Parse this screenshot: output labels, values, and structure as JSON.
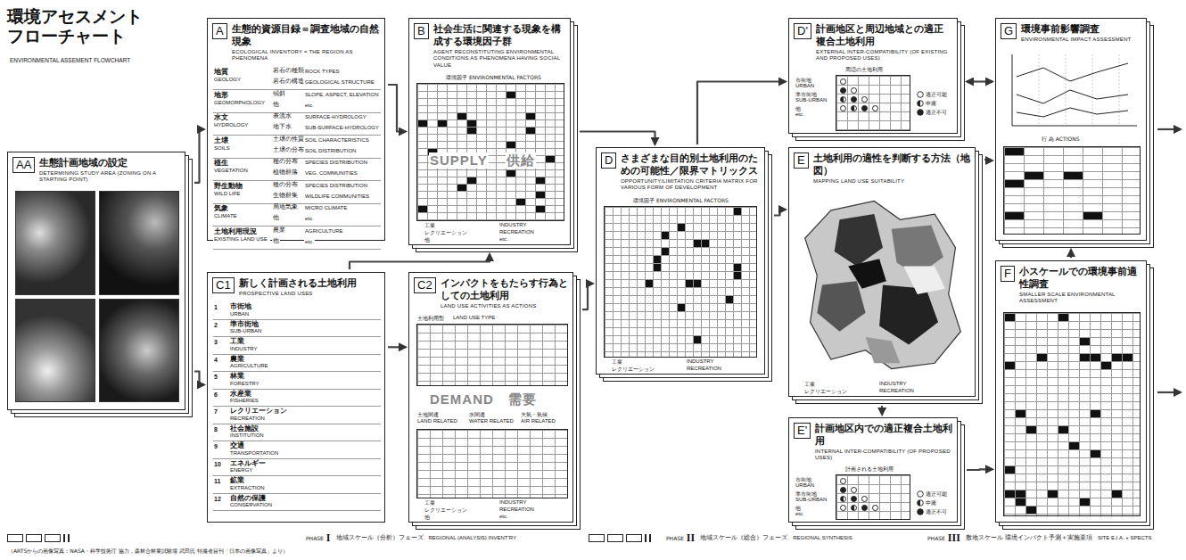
{
  "diagram": {
    "title": "環境アセスメント フローチャート",
    "nodes": [
      {
        "text": [
          "AA",
          "生態計画地域の設定",
          "DETERMINING STUDY AREA (ZONING ON A STARTING POINT)"
        ]
      },
      {
        "text": [
          "A",
          "生態的資源目録＝調査地域の自然現象",
          "ECOLOGICAL INVENTORY = THE REGION AS PHENOMENA"
        ]
      },
      {
        "text": [
          "B",
          "社会生活に関連する現象を構成する環境因子群",
          "AGENT RECONSTITUTING ENVIRONMENTAL CONDITIONS AS PHENOMENA HAVING SOCIAL VALUE"
        ]
      },
      {
        "text": [
          "C1",
          "新しく計画される土地利用",
          "PROSPECTIVE LAND USES"
        ]
      },
      {
        "text": [
          "C2",
          "インパクトをもたらす行為としての土地利用",
          "LAND USE ACTIVITIES AS ACTIONS"
        ]
      },
      {
        "text": [
          "D",
          "さまざまな目的別土地利用のための可能性／限界マトリックス",
          "OPPORTUNITY/LIMITATION CRITERIA MATRIX FOR VARIOUS FORM OF DEVELOPMENT"
        ]
      },
      {
        "text": [
          "D'",
          "計画地区と周辺地域との適正複合土地利用",
          "EXTERNAL INTER-COMPATIBILITY (OF EXISTING AND PROPOSED USES)"
        ]
      },
      {
        "text": [
          "E",
          "土地利用の適性を判断する方法（地図）",
          "MAPPING LAND USE SUITABILITY"
        ]
      },
      {
        "text": [
          "E'",
          "計画地区内での適正複合土地利用",
          "INTERNAL INTER-COMPATIBILITY (OF PROPOSED USES)"
        ]
      },
      {
        "text": [
          "G",
          "環境事前影響調査",
          "ENVIRONMENTAL IMPACT ASSESSMENT"
        ]
      },
      {
        "text": [
          "F",
          "小スケールでの環境事前適性調査",
          "SMALLER SCALE ENVIRONMENTAL ASSESSMENT"
        ]
      },
      {
        "text": [
          "PHASE",
          "I",
          "地域スケール（分析）フェーズ",
          "REGIONAL (ANALYSIS) INVENT'RY"
        ]
      },
      {
        "text": [
          "PHASE",
          "II",
          "地域スケール（総合）フェーズ",
          "REGIONAL SYNTHESIS"
        ]
      },
      {
        "text": [
          "PHASE",
          "III",
          "敷地スケール 環境インパクト予測＋実施要項",
          "SITE E.I.A. + SPECTS"
        ]
      }
    ],
    "edges": [
      {
        "from": 0,
        "to": 1,
        "arrow": "to"
      },
      {
        "from": 0,
        "to": 3,
        "arrow": "to"
      },
      {
        "from": 1,
        "to": 2,
        "arrow": "to"
      },
      {
        "from": 3,
        "to": 2,
        "arrow": "to"
      },
      {
        "from": 3,
        "to": 4,
        "arrow": "to"
      },
      {
        "from": 2,
        "to": 5,
        "arrow": "to"
      },
      {
        "from": 4,
        "to": 5,
        "arrow": "to"
      },
      {
        "from": 5,
        "to": 6,
        "arrow": "to"
      },
      {
        "from": 5,
        "to": 7,
        "arrow": "to"
      },
      {
        "from": 7,
        "to": 8,
        "arrow": "to"
      },
      {
        "from": 7,
        "to": 9,
        "arrow": "to"
      },
      {
        "from": 6,
        "to": 9,
        "arrow": "both"
      },
      {
        "from": 8,
        "to": 10,
        "arrow": "to"
      },
      {
        "from": 10,
        "to": 9,
        "arrow": "to"
      }
    ],
    "labels": [
      "ENVIRONMENTAL ASSEMENT FLOWCHART",
      "（ARTSからの画像写真：NASA・科学技術庁 協力，森林合林業試験場 武田氏 特撮者目刊「日本の画像写真」より）",
      "地質",
      "GEOLOGY",
      "岩石の種類",
      "ROCK TYPES",
      "岩石の構造",
      "GEOLOGICAL STRUCTURE",
      "地形",
      "GEOMORPHOLOGY",
      "傾斜",
      "SLOPE, ASPECT, ELEVATION",
      "他",
      "etc.",
      "水文",
      "HYDROLOGY",
      "表流水",
      "SURFACE-HYDROLOGY",
      "地下水",
      "SUB-SURFACE-HYDROLOGY",
      "土壌",
      "SOILS",
      "土壌の性質",
      "SOIL CHARACTERISTICS",
      "土壌の分布",
      "SOIL DISTRIBUTION",
      "植生",
      "VEGETATION",
      "種の分布",
      "SPECIES DISTRIBUTION",
      "植物群落",
      "VEG. COMMUNITIES",
      "野生動物",
      "WILD LIFE",
      "種の分布",
      "SPECIES DISTRIBUTION",
      "生物群集",
      "WILDLIFE COMMUNITIES",
      "気象",
      "CLIMATE",
      "局地気象",
      "MICRO CLIMATE",
      "他",
      "etc.",
      "土地利用現況",
      "EXISTING LAND USE",
      "農業",
      "AGRICULTURE",
      "他",
      "etc.",
      "環境因子 ENVIRONMENTAL FACTORS",
      "SUPPLY",
      "供給",
      "工業",
      "INDUSTRY",
      "レクリエーション",
      "RECREATION",
      "他",
      "etc.",
      "1",
      "市街地",
      "URBAN",
      "2",
      "準市街地",
      "SUB-URBAN",
      "3",
      "工業",
      "INDUSTRY",
      "4",
      "農業",
      "AGRICULTURE",
      "5",
      "林業",
      "FORESTRY",
      "6",
      "水産業",
      "FISHERIES",
      "7",
      "レクリエーション",
      "RECREATION",
      "8",
      "社会施設",
      "INSTITUTION",
      "9",
      "交通",
      "TRANSPORTATION",
      "10",
      "エネルギー",
      "ENERGY",
      "11",
      "鉱業",
      "EXTRACTION",
      "12",
      "自然の保護",
      "CONSERVATION",
      "土地利用型",
      "LAND USE TYPE",
      "DEMAND",
      "需要",
      "土地関連",
      "LAND RELATED",
      "水関連",
      "WATER RELATED",
      "大気・気候",
      "AIR RELATED",
      "工業",
      "INDUSTRY",
      "レクリエーション",
      "RECREATION",
      "他",
      "etc.",
      "環境因子 ENVIRONMENTAL FACTORS",
      "工業",
      "INDUSTRY",
      "レクリエーション",
      "RECREATION",
      "周辺の土地利用",
      "市街地",
      "URBAN",
      "準市街地",
      "SUB-URBAN",
      "他",
      "etc.",
      "工業",
      "INDUSTRY",
      "レクリエーション",
      "RECREATION",
      "計画される土地利用",
      "市街地",
      "URBAN",
      "準市街地",
      "SUB-URBAN",
      "他",
      "etc.",
      "行 為 ACTIONS"
    ],
    "legend": [
      {
        "text": "適正可能"
      },
      {
        "text": "中庸"
      },
      {
        "text": "適正不可"
      },
      {
        "text": "適正可能"
      },
      {
        "text": "中庸"
      },
      {
        "text": "適正不可"
      }
    ]
  }
}
